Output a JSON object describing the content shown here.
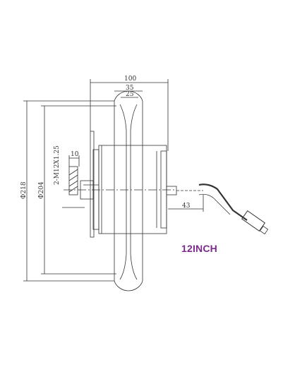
{
  "dimensions": {
    "d100": "100",
    "d35": "35",
    "d25": "25",
    "d218": "Φ218",
    "d204": "Φ204",
    "thread": "2-M12X1.25",
    "d10": "10",
    "d43": "43"
  },
  "caption": "12INCH",
  "colors": {
    "line": "#333333",
    "caption": "#7b2a8c"
  }
}
